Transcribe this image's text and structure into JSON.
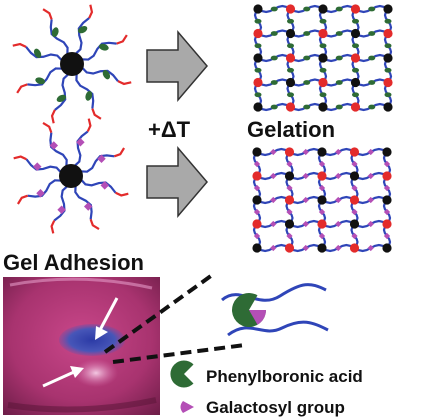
{
  "labels": {
    "delta_t": "+ΔT",
    "gelation": "Gelation",
    "gel_adhesion": "Gel Adhesion"
  },
  "legend": [
    {
      "shape": "pacman",
      "color": "#2e6b35",
      "text": "Phenylboronic acid"
    },
    {
      "shape": "wedge",
      "color": "#b44fb6",
      "text": "Galactosyl group"
    }
  ],
  "colors": {
    "core": "#111111",
    "polymer_arm": "#2f45b8",
    "arm_end": "#e32b2b",
    "phenylboronic_acid": "#2e6b35",
    "galactosyl": "#b44fb6",
    "arrow_fill": "#a9a9a9",
    "arrow_stroke": "#333333",
    "photo_background": "#a8336f",
    "gel_spot": "#3f4fb6",
    "pointer_arrow": "#ffffff"
  },
  "icons": [
    "star-polymer-pba-icon",
    "star-polymer-galactosyl-icon",
    "right-arrow-icon",
    "gel-network-icon",
    "photo-inset",
    "magnified-crosslink-icon"
  ]
}
